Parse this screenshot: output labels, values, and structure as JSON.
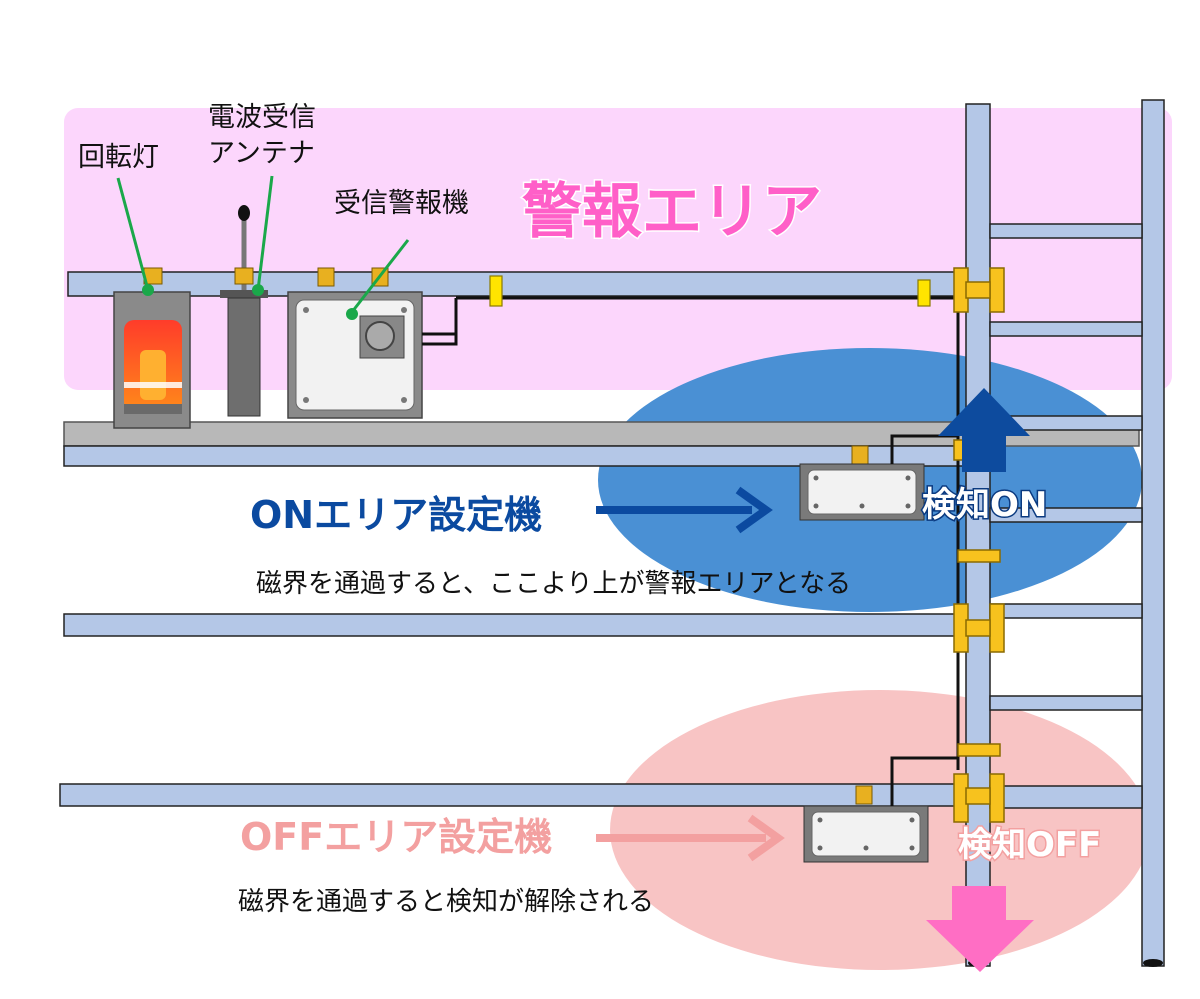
{
  "labels": {
    "rotating_light": "回転灯",
    "antenna_line1": "電波受信",
    "antenna_line2": "アンテナ",
    "receiver_alarm": "受信警報機",
    "alarm_area": "警報エリア",
    "on_area_setter": "ONエリア設定機",
    "on_note": "磁界を通過すると、ここより上が警報エリアとなる",
    "detect_on": "検知ON",
    "off_area_setter": "OFFエリア設定機",
    "off_note": "磁界を通過すると検知が解除される",
    "detect_off": "検知OFF"
  },
  "colors": {
    "alarm_zone": "#fcd6fc",
    "alarm_title": "#ff5fc8",
    "on_zone": "#4a90d4",
    "on_blue": "#0b4aa0",
    "off_zone": "#f8c4c4",
    "off_pink": "#f3a0a0",
    "pipe": "#b4c7e7",
    "clamp": "#f7c21e",
    "up_arrow": "#0d4b9e",
    "down_arrow": "#ff6ec4"
  },
  "icons": {
    "rotating_light": "rotating-light-icon",
    "antenna": "antenna-icon",
    "receiver": "receiver-alarm-icon",
    "on_device": "on-area-setter-device-icon",
    "off_device": "off-area-setter-device-icon",
    "arrow_up": "arrow-up-icon",
    "arrow_down": "arrow-down-icon"
  }
}
